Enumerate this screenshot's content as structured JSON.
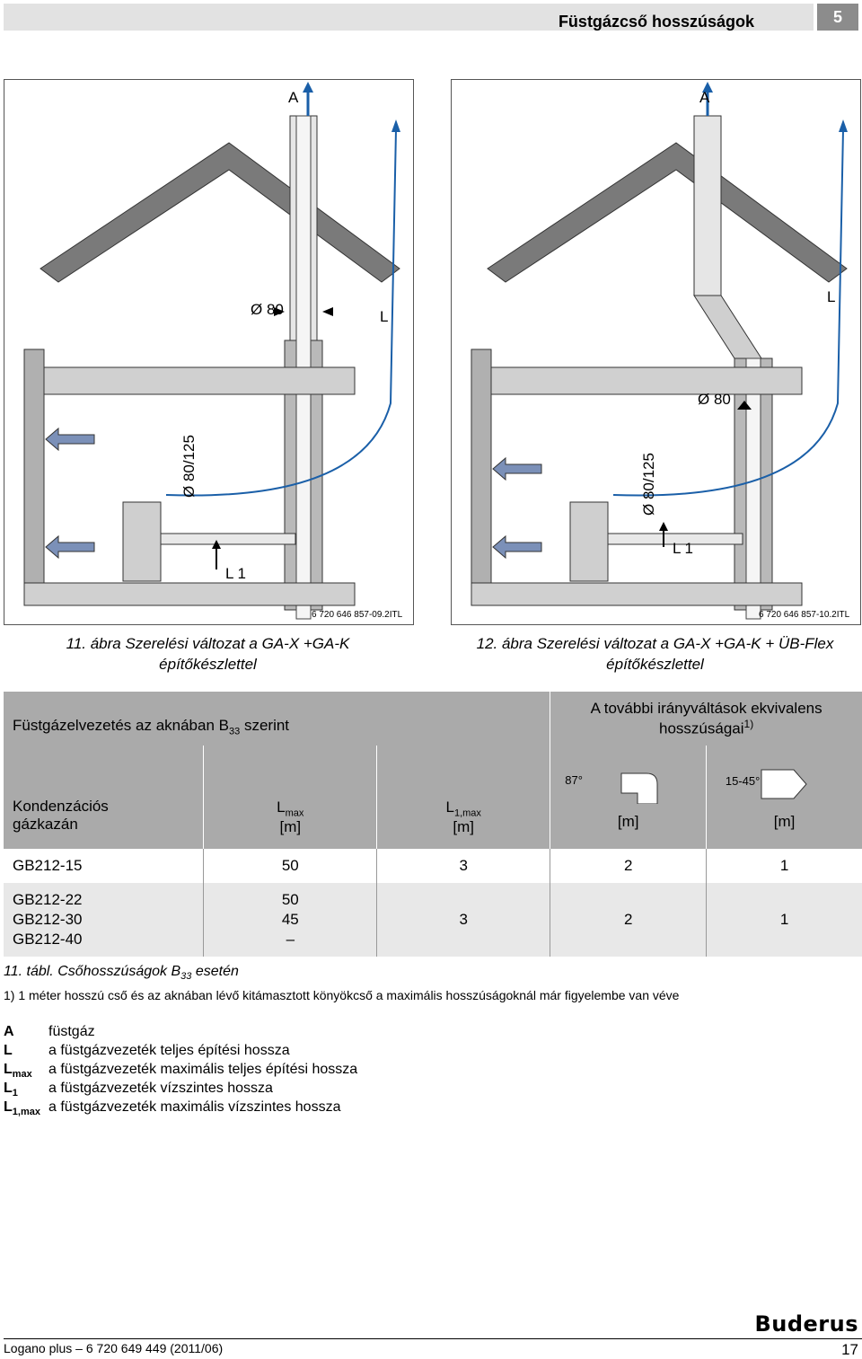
{
  "header": {
    "title": "Füstgázcső hosszúságok",
    "section": "5"
  },
  "figure11": {
    "labels": {
      "a": "A",
      "l": "L",
      "d80": "Ø 80",
      "d80125": "Ø 80/125",
      "l1": "L 1"
    },
    "code": "6 720 646 857-09.2ITL",
    "caption_line1": "11. ábra Szerelési változat a GA-X +GA-K",
    "caption_line2": "építőkészlettel"
  },
  "figure12": {
    "labels": {
      "a": "A",
      "l": "L",
      "d80": "Ø 80",
      "d80125": "Ø 80/125",
      "l1": "L 1"
    },
    "code": "6 720 646 857-10.2ITL",
    "caption_line1": "12. ábra Szerelési változat a GA-X +GA-K + ÜB-Flex",
    "caption_line2": "építőkészlettel"
  },
  "table": {
    "group_left": "Füstgázelvezetés az aknában B",
    "group_left_sub": "33",
    "group_left_suffix": " szerint",
    "group_right_line1": "A további irányváltások ekvivalens",
    "group_right_line2": "hosszúságai",
    "group_right_sup": "1)",
    "col1_line1": "Kondenzációs",
    "col1_line2": "gázkazán",
    "col2_main": "L",
    "col2_sub": "max",
    "col2_unit": "[m]",
    "col3_main": "L",
    "col3_sub": "1,max",
    "col3_unit": "[m]",
    "col4_angle": "87°",
    "col4_unit": "[m]",
    "col5_angle": "15-45°",
    "col5_unit": "[m]",
    "row1": {
      "model": "GB212-15",
      "lmax": "50",
      "l1max": "3",
      "v87": "2",
      "v45": "1"
    },
    "row2": {
      "models": [
        "GB212-22",
        "GB212-30",
        "GB212-40"
      ],
      "lmax": [
        "50",
        "45",
        "–"
      ],
      "l1max": "3",
      "v87": "2",
      "v45": "1"
    }
  },
  "table_caption": {
    "prefix": "11. tábl. Csőhosszúságok B",
    "sub": "33",
    "suffix": " esetén"
  },
  "footnote": "1)  1 méter hosszú cső és az aknában lévő kitámasztott könyökcső a maximális hosszúságoknál már figyelembe van véve",
  "legend": [
    {
      "key": "A",
      "sub": "",
      "text": "füstgáz"
    },
    {
      "key": "L",
      "sub": "",
      "text": "a füstgázvezeték teljes építési hossza"
    },
    {
      "key": "L",
      "sub": "max",
      "text": "a füstgázvezeték maximális teljes építési hossza"
    },
    {
      "key": "L",
      "sub": "1",
      "text": "a füstgázvezeték vízszintes hossza"
    },
    {
      "key": "L",
      "sub": "1,max",
      "text": "a füstgázvezeték maximális vízszintes hossza"
    }
  ],
  "footer": {
    "left": "Logano plus – 6 720 649 449 (2011/06)",
    "page": "17",
    "brand": "Buderus"
  },
  "colors": {
    "header_bar": "#e2e2e2",
    "section_box": "#8c8c8c",
    "table_header": "#aaaaaa",
    "arrow_blue": "#1a5fa8"
  }
}
